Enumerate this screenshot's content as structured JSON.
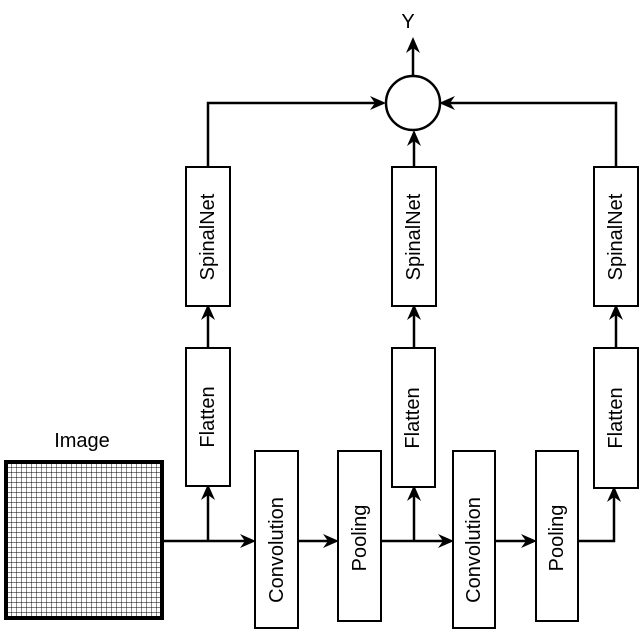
{
  "output_label": "Y",
  "input_label": "Image",
  "blocks": {
    "conv1": "Convolution",
    "pool1": "Pooling",
    "conv2": "Convolution",
    "pool2": "Pooling",
    "flatten1": "Flatten",
    "flatten2": "Flatten",
    "flatten3": "Flatten",
    "spinal1": "SpinalNet",
    "spinal2": "SpinalNet",
    "spinal3": "SpinalNet"
  }
}
